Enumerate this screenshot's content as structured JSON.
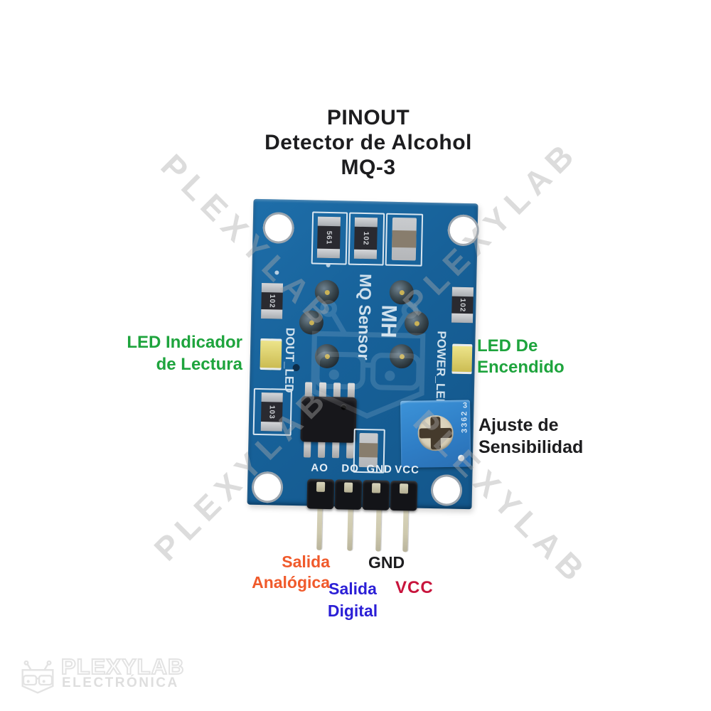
{
  "title": {
    "line1": "PINOUT",
    "line2": "Detector de Alcohol",
    "line3": "MQ-3"
  },
  "callouts": {
    "led_reading": {
      "line1": "LED Indicador",
      "line2": "de Lectura",
      "color": "#1ea43d"
    },
    "led_power": {
      "line1": "LED De",
      "line2": "Encendido",
      "color": "#1ea43d"
    },
    "sensitivity": {
      "line1": "Ajuste de",
      "line2": "Sensibilidad",
      "color": "#1d1d1f"
    },
    "analog_out": {
      "line1": "Salida",
      "line2": "Analógica",
      "color": "#f05a2b"
    },
    "digital_out": {
      "line1": "Salida",
      "line2": "Digital",
      "color": "#2b1fd6"
    },
    "gnd": {
      "text": "GND",
      "color": "#1d1d1f"
    },
    "vcc": {
      "text": "VCC",
      "color": "#c8143c"
    }
  },
  "board": {
    "color": "#176199",
    "silk": {
      "mq_sensor": "MQ Sensor",
      "mh": "MH",
      "dout_led": "DOUT_LED",
      "power_led": "POWER_LED"
    },
    "pin_labels": [
      "AO",
      "DO",
      "GND",
      "VCC"
    ],
    "markings": {
      "top_resistor_1": "561",
      "top_resistor_2": "102",
      "left_resistor_top": "102",
      "left_resistor_bottom": "103",
      "right_resistor": "102",
      "trimpot": "3362",
      "trimpot_digit": "3"
    }
  },
  "watermark": {
    "text": "PLEXYLAB"
  },
  "logo": {
    "brand": "PLEXYLAB",
    "subtitle": "ELECTRÓNICA"
  }
}
